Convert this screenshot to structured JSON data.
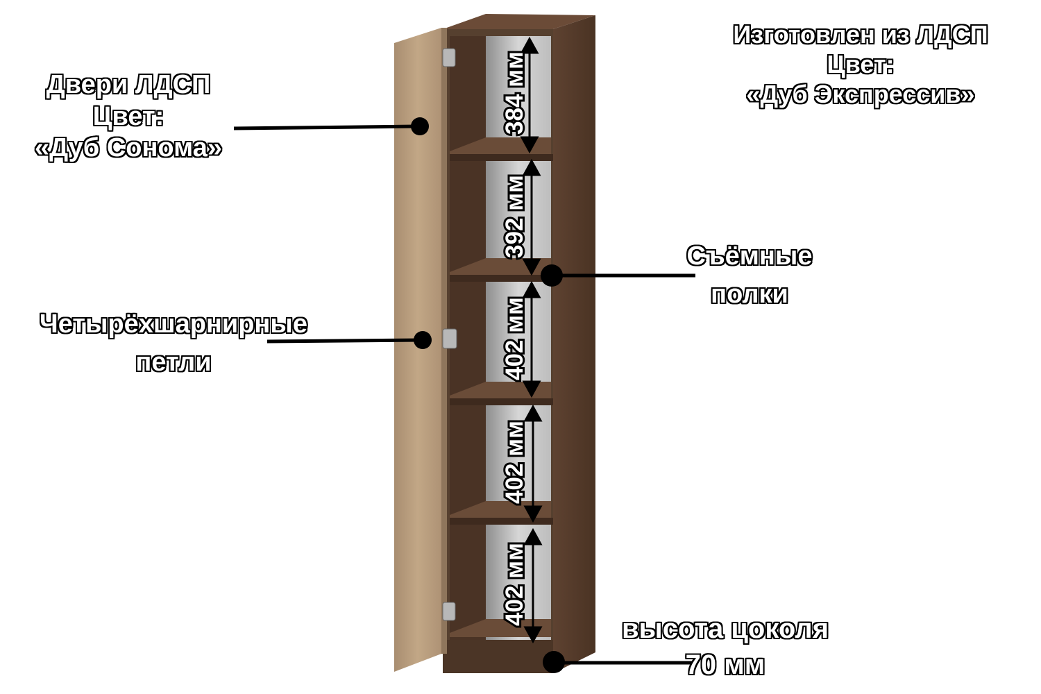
{
  "labels": {
    "doors": {
      "line1": "Двери ЛДСП",
      "line2": "Цвет:",
      "line3": "«Дуб Сонома»"
    },
    "material": {
      "line1": "Изготовлен из ЛДСП",
      "line2": "Цвет:",
      "line3": "«Дуб Экспрессив»"
    },
    "shelves": {
      "line1": "Съёмные",
      "line2": "полки"
    },
    "hinges": {
      "line1": "Четырёхшарнирные",
      "line2": "петли"
    },
    "plinth": {
      "line1": "высота цоколя",
      "line2": "70 мм"
    }
  },
  "dimensions": [
    "384 мм",
    "392 мм",
    "402 мм",
    "402 мм",
    "402 мм"
  ],
  "colors": {
    "body": "#5a4030",
    "body_dark": "#3e2a1e",
    "door": "#b59a7c",
    "back_panel": "#c9c9c9",
    "callout": "#000000"
  }
}
